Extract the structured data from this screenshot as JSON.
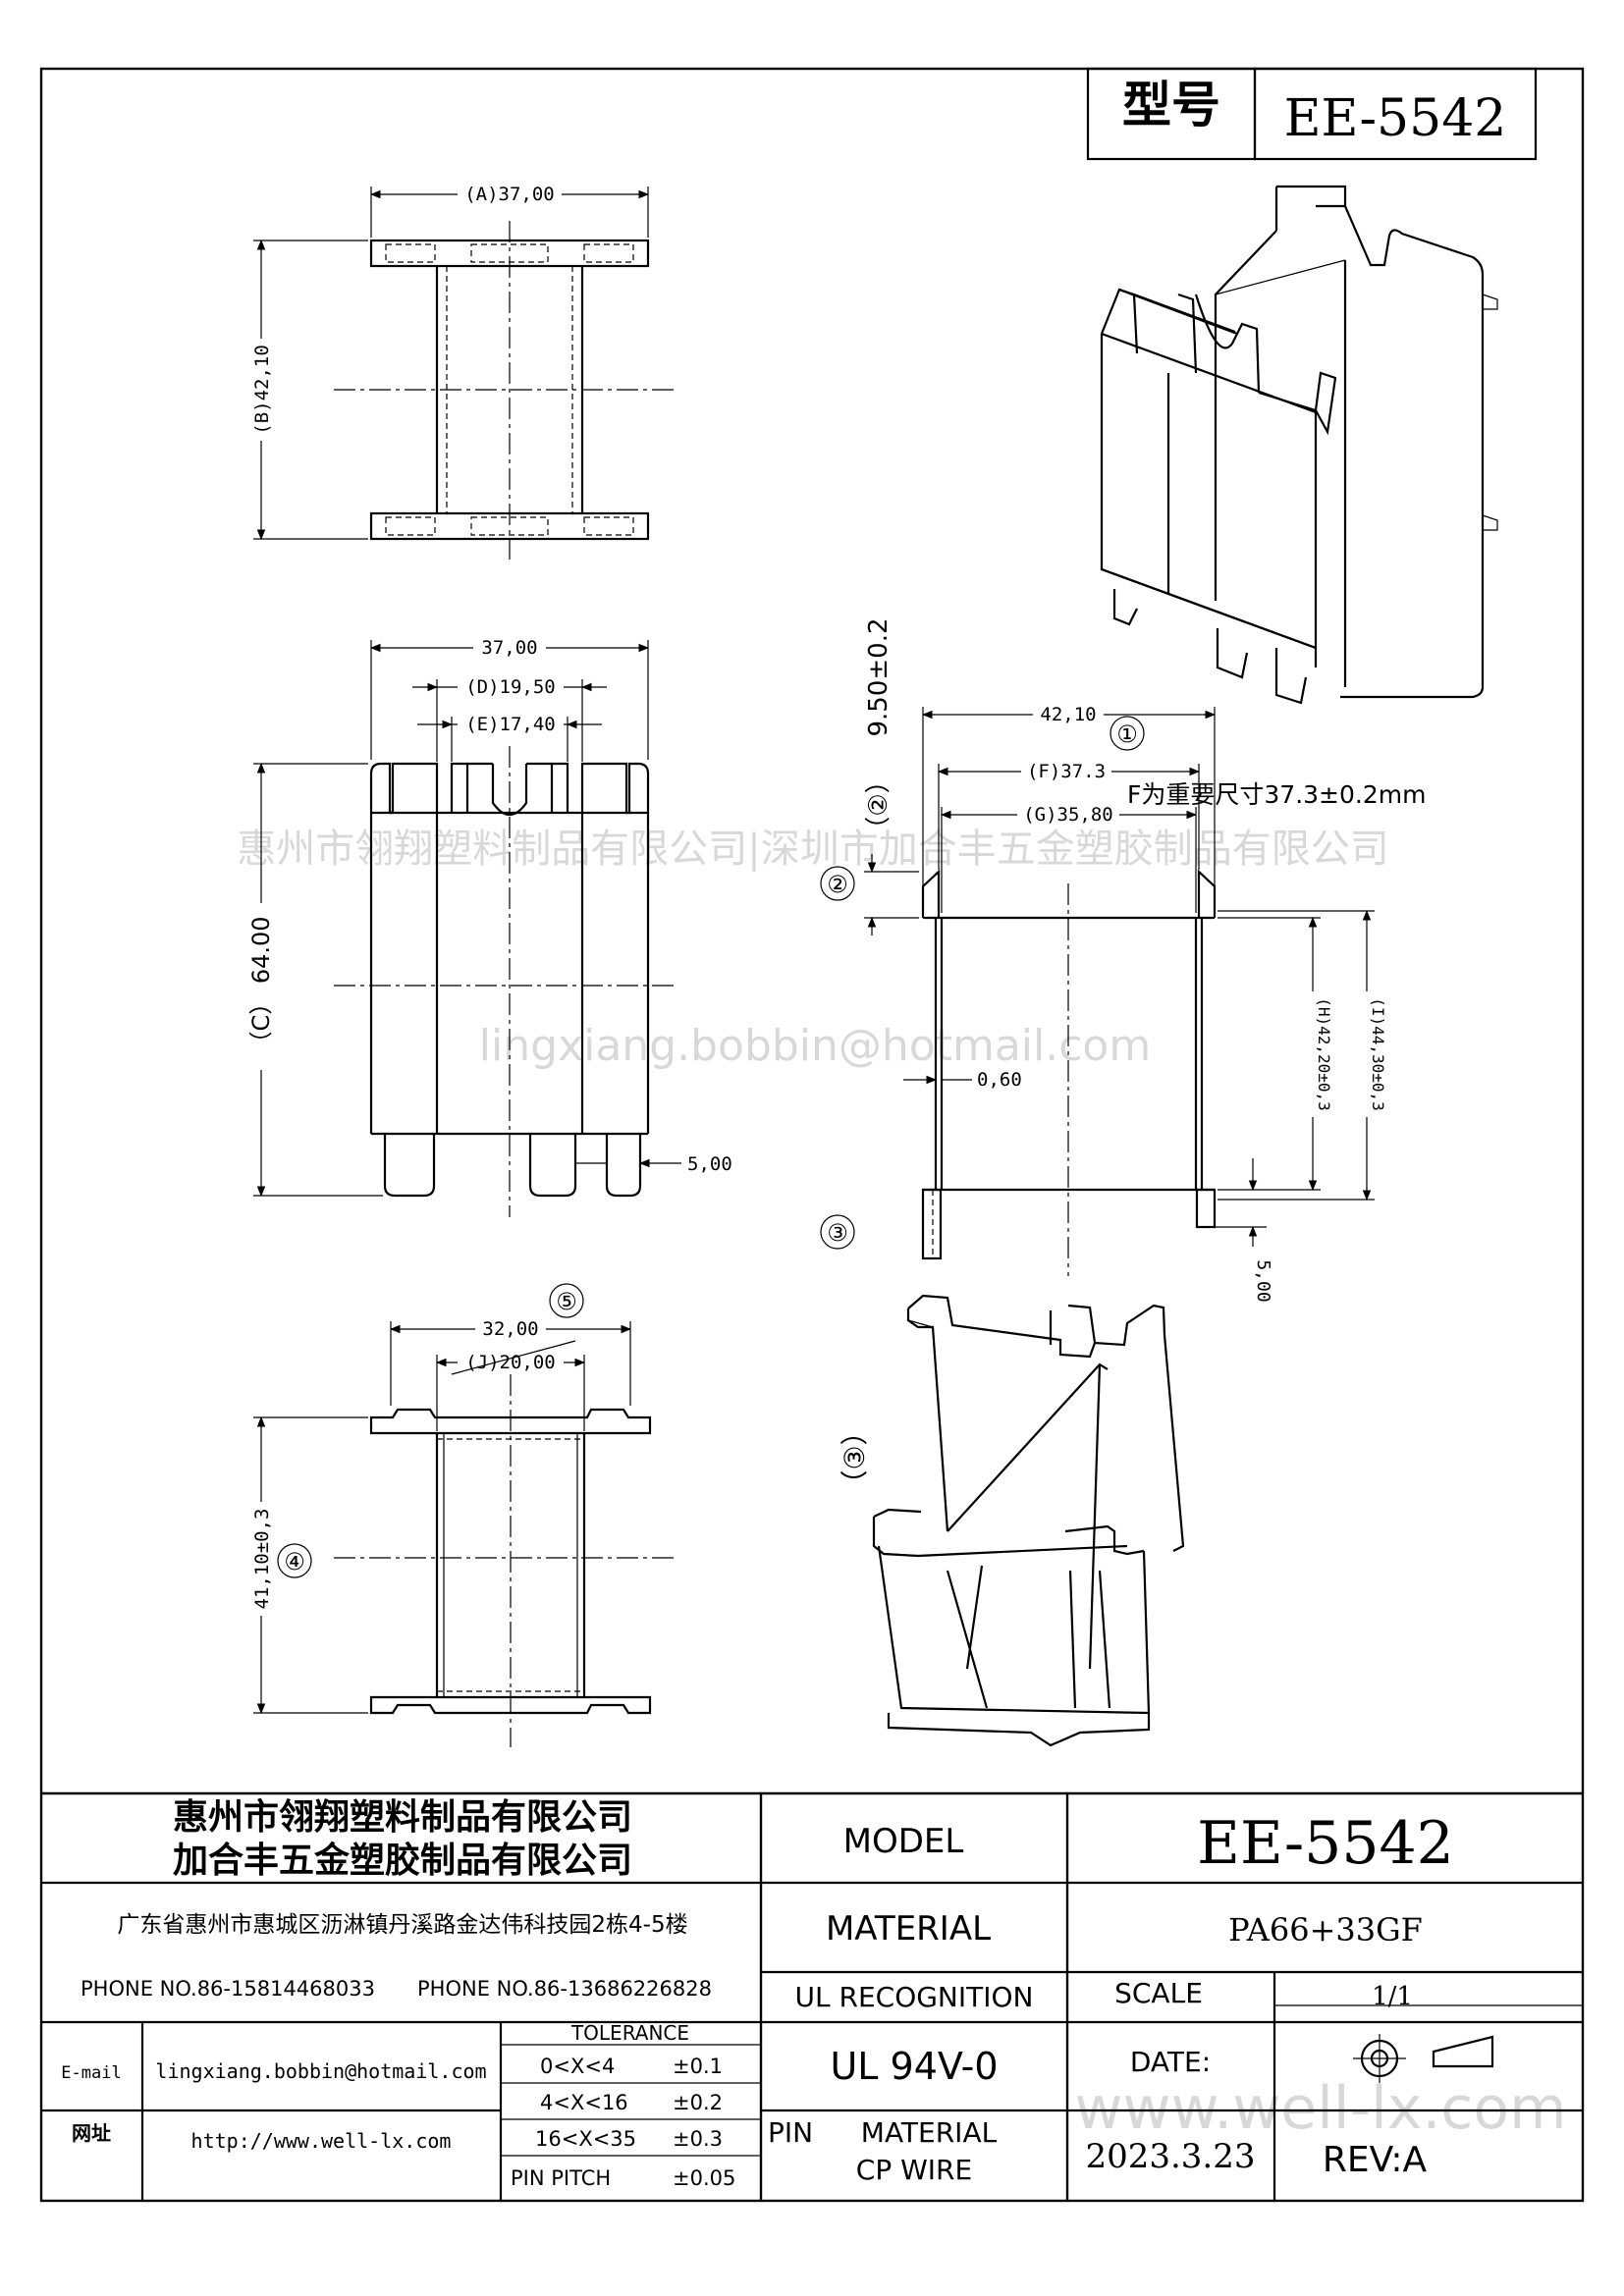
{
  "header": {
    "model_label": "型号",
    "model_value": "EE-5542"
  },
  "dimensions": {
    "top_A": "(A)37,00",
    "top_B": "(B)42,10",
    "front_width": "37,00",
    "front_D": "(D)19,50",
    "front_E": "(E)17,40",
    "front_C": "（C） 64.00",
    "front_pin": "5,00",
    "side_height": "9.50±0.2",
    "side_circle2": "（②）",
    "side_width": "42,10",
    "side_F": "(F)37.3",
    "side_G": "(G)35,80",
    "side_wall": "0,60",
    "side_H": "(H)42,20±0,3",
    "side_I": "(I)44,30±0,3",
    "side_pin": "5,00",
    "bottom_width": "32,00",
    "bottom_J": "(J)20,00",
    "bottom_height": "41,10±0,3",
    "note_F": "F为重要尺寸37.3±0.2mm",
    "callout_iso": "（③）"
  },
  "callouts": {
    "c1": "①",
    "c2": "②",
    "c3": "③",
    "c4": "④",
    "c5": "⑤"
  },
  "watermarks": {
    "line1": "惠州市翎翔塑料制品有限公司|深圳市加合丰五金塑胶制品有限公司",
    "line2": "lingxiang.bobbin@hotmail.com",
    "line3": "www.well-lx.com"
  },
  "title_block": {
    "company1": "惠州市翎翔塑料制品有限公司",
    "company2": "加合丰五金塑胶制品有限公司",
    "address": "广东省惠州市惠城区沥淋镇丹溪路金达伟科技园2栋4-5楼",
    "phone1": "PHONE NO.86-15814468033",
    "phone2": "PHONE NO.86-13686226828",
    "email_label": "E-mail",
    "email_value": "lingxiang.bobbin@hotmail.com",
    "web_label": "网址",
    "web_value": "http://www.well-lx.com",
    "tolerance_header": "TOLERANCE",
    "tolerance_rows": [
      {
        "range": "0<X<4",
        "value": "±0.1"
      },
      {
        "range": "4<X<16",
        "value": "±0.2"
      },
      {
        "range": "16<X<35",
        "value": "±0.3"
      },
      {
        "range": "PIN PITCH",
        "value": "±0.05"
      }
    ],
    "model_label": "MODEL",
    "model_value": "EE-5542",
    "material_label": "MATERIAL",
    "material_value": "PA66+33GF",
    "ul_label": "UL RECOGNITION",
    "ul_value": "UL 94V-0",
    "scale_label": "SCALE",
    "scale_value": "1/1",
    "date_label": "DATE:",
    "date_value": "2023.3.23",
    "pin_label": "PIN",
    "pin_material_label": "MATERIAL",
    "pin_material_value": "CP WIRE",
    "rev_label": "REV:A"
  }
}
